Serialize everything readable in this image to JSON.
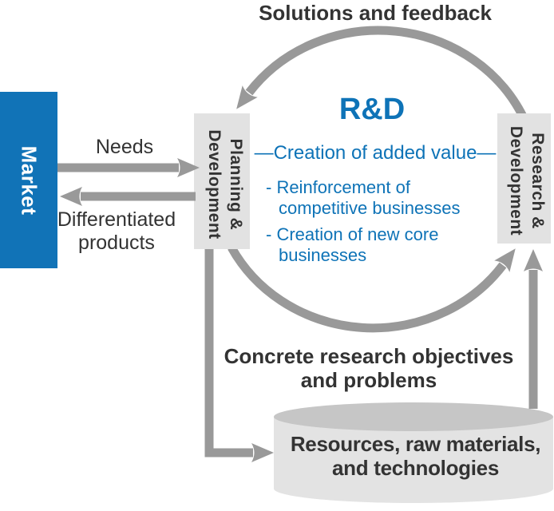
{
  "diagram": {
    "title_top": "Solutions and feedback",
    "market": {
      "label": "Market"
    },
    "flows": {
      "needs_label": "Needs",
      "differentiated_lines": [
        "Differentiated",
        "products"
      ],
      "concrete_lines": [
        "Concrete research objectives",
        "and problems"
      ]
    },
    "boxes": {
      "planning": {
        "lines": [
          "Planning &",
          "Development"
        ]
      },
      "research": {
        "lines": [
          "Research &",
          "Development"
        ]
      }
    },
    "rd": {
      "title": "R&D",
      "subtitle": "—Creation of added value—",
      "bullets": [
        "- Reinforcement of competitive businesses",
        "- Creation of new core businesses"
      ]
    },
    "cylinder": {
      "lines": [
        "Resources, raw materials,",
        "and technologies"
      ]
    },
    "colors": {
      "accent_blue": "#0e73b7",
      "market_blue": "#1173b7",
      "arrow_gray": "#999999",
      "box_gray": "#e2e2e2",
      "cylinder_body": "#e3e3e3",
      "cylinder_top": "#c6c6c6",
      "text_dark": "#333333"
    }
  }
}
